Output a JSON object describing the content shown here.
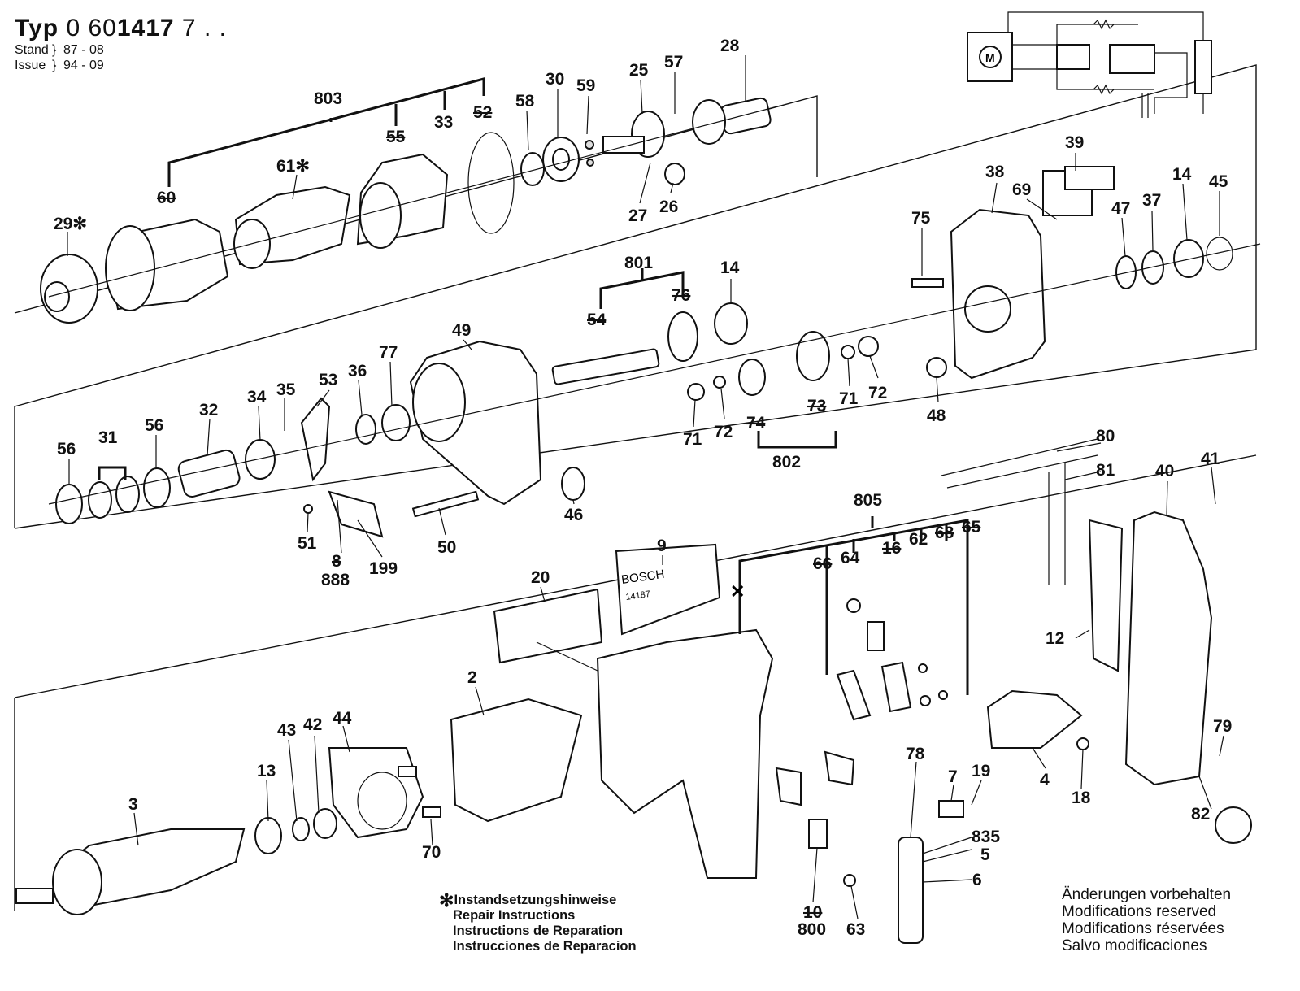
{
  "header": {
    "typ_label": "Typ",
    "typ_code_pre": "0 60",
    "typ_code_bold": "1417",
    "typ_code_post": " 7 . .",
    "stand_label": "Stand",
    "stand_value": "87 - 08",
    "issue_label": "Issue",
    "issue_value": "94 - 09"
  },
  "callouts": {
    "c28": "28",
    "c57": "57",
    "c25": "25",
    "c59": "59",
    "c30": "30",
    "c58": "58",
    "c52": "52",
    "c33": "33",
    "c803": "803",
    "c55": "55",
    "c61": "61✻",
    "c60": "60",
    "c29": "29✻",
    "c27": "27",
    "c26": "26",
    "c39": "39",
    "c38": "38",
    "c69": "69",
    "c14a": "14",
    "c45": "45",
    "c37": "37",
    "c47": "47",
    "c75": "75",
    "c801": "801",
    "c76": "76",
    "c54": "54",
    "c14b": "14",
    "c49": "49",
    "c77": "77",
    "c36": "36",
    "c53": "53",
    "c35": "35",
    "c34": "34",
    "c32": "32",
    "c56a": "56",
    "c31": "31",
    "c56b": "56",
    "c71a": "71",
    "c72a": "72",
    "c73": "73",
    "c74": "74",
    "c71b": "71",
    "c72b": "72",
    "c802": "802",
    "c48": "48",
    "c46": "46",
    "c50": "50",
    "c51": "51",
    "c8": "8",
    "c888": "888",
    "c199": "199",
    "c80": "80",
    "c81": "81",
    "c40": "40",
    "c41": "41",
    "c805": "805",
    "c16": "16",
    "c62": "62",
    "c68": "68",
    "c65": "65",
    "c66": "66",
    "c64": "64",
    "c9": "9",
    "c20": "20",
    "c12": "12",
    "c2": "2",
    "c44": "44",
    "c43": "43",
    "c42": "42",
    "c13": "13",
    "c3": "3",
    "c70": "70",
    "c4": "4",
    "c18": "18",
    "c79": "79",
    "c82": "82",
    "c78": "78",
    "c7": "7",
    "c19": "19",
    "c835": "835",
    "c5": "5",
    "c6": "6",
    "c10": "10",
    "c800": "800",
    "c63": "63"
  },
  "nameplate": {
    "brand": "BOSCH",
    "number": "14187"
  },
  "repair_notes": {
    "star": "✻",
    "de": "Instandsetzungshinweise",
    "en": "Repair Instructions",
    "fr": "Instructions de Reparation",
    "es": "Instrucciones de Reparacion"
  },
  "modifications": {
    "de": "Änderungen vorbehalten",
    "en": "Modifications reserved",
    "fr": "Modifications réservées",
    "es": "Salvo modificaciones"
  },
  "schematic": {
    "motor_label": "M"
  }
}
